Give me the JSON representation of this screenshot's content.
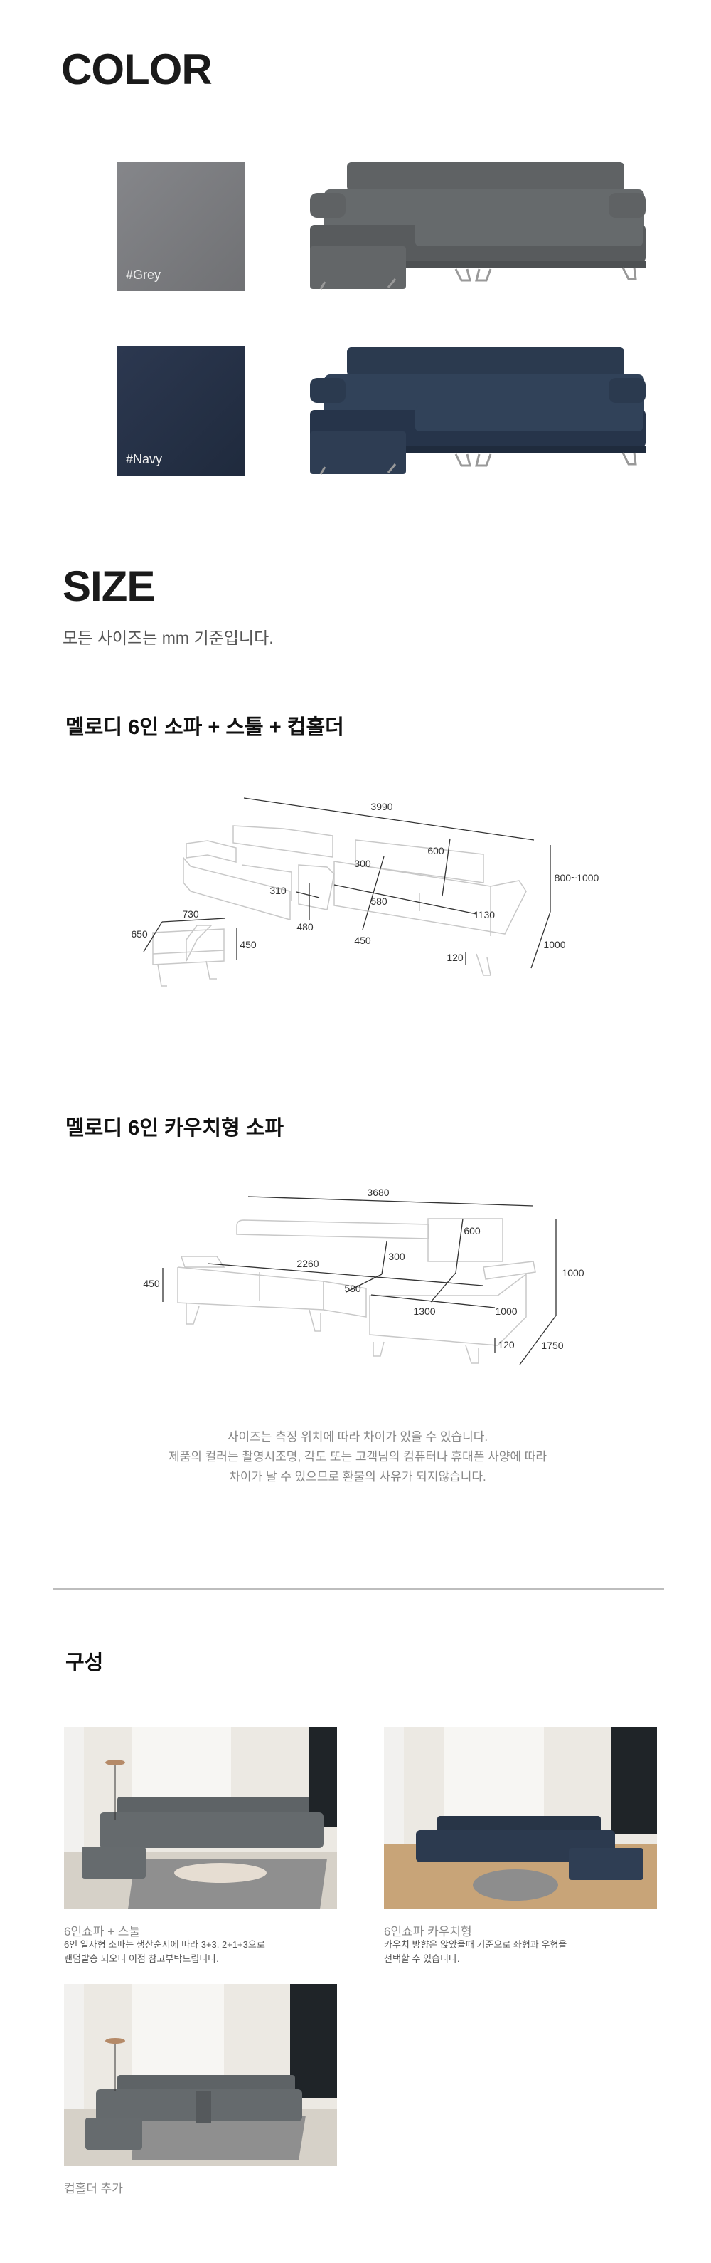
{
  "color_section": {
    "title": "COLOR",
    "swatches": [
      {
        "label": "#Grey",
        "color": "#7a7b7d",
        "sofa_color": "#5f6264"
      },
      {
        "label": "#Navy",
        "color": "#27324a",
        "sofa_color": "#2b3a4f"
      }
    ]
  },
  "size_section": {
    "title": "SIZE",
    "subtitle": "모든 사이즈는 mm 기준입니다.",
    "diagrams": [
      {
        "title": "멜로디 6인 소파 + 스툴 + 컵홀더",
        "dims": {
          "total_width": "3990",
          "headrest": "600",
          "back": "300",
          "height": "800~1000",
          "cupholder_width": "310",
          "seat_depth": "580",
          "arm": "1130",
          "stool_width": "730",
          "stool_depth": "650",
          "stool_height": "450",
          "cupholder_height": "480",
          "seat_height": "450",
          "depth": "1000",
          "leg": "120"
        }
      },
      {
        "title": "멜로디 6인 카우치형 소파",
        "dims": {
          "total_width": "3680",
          "headrest": "600",
          "back": "300",
          "seat_width": "2260",
          "height": "1000",
          "seat_height": "450",
          "seat_depth": "580",
          "chaise_length": "1300",
          "chaise_width": "1000",
          "leg": "120",
          "depth": "1750"
        }
      }
    ],
    "disclaimer": [
      "사이즈는 측정 위치에 따라 차이가 있을 수 있습니다.",
      "제품의 컬러는 촬영시조명, 각도 또는 고객님의 컴퓨터나 휴대폰 사양에 따라",
      "차이가 날 수 있으므로 환불의 사유가 되지않습니다."
    ]
  },
  "composition_section": {
    "title": "구성",
    "items": [
      {
        "title": "6인쇼파 + 스툴",
        "desc": [
          "6인 일자형 소파는 생산순서에 따라 3+3, 2+1+3으로",
          "랜덤발송 되오니 이점 참고부탁드립니다."
        ]
      },
      {
        "title": "6인쇼파 카우치형",
        "desc": [
          "카우치 방향은 앉았을때 기준으로 좌형과 우형을",
          "선택할 수 있습니다."
        ]
      },
      {
        "title": "컵홀더 추가",
        "desc": []
      }
    ]
  }
}
